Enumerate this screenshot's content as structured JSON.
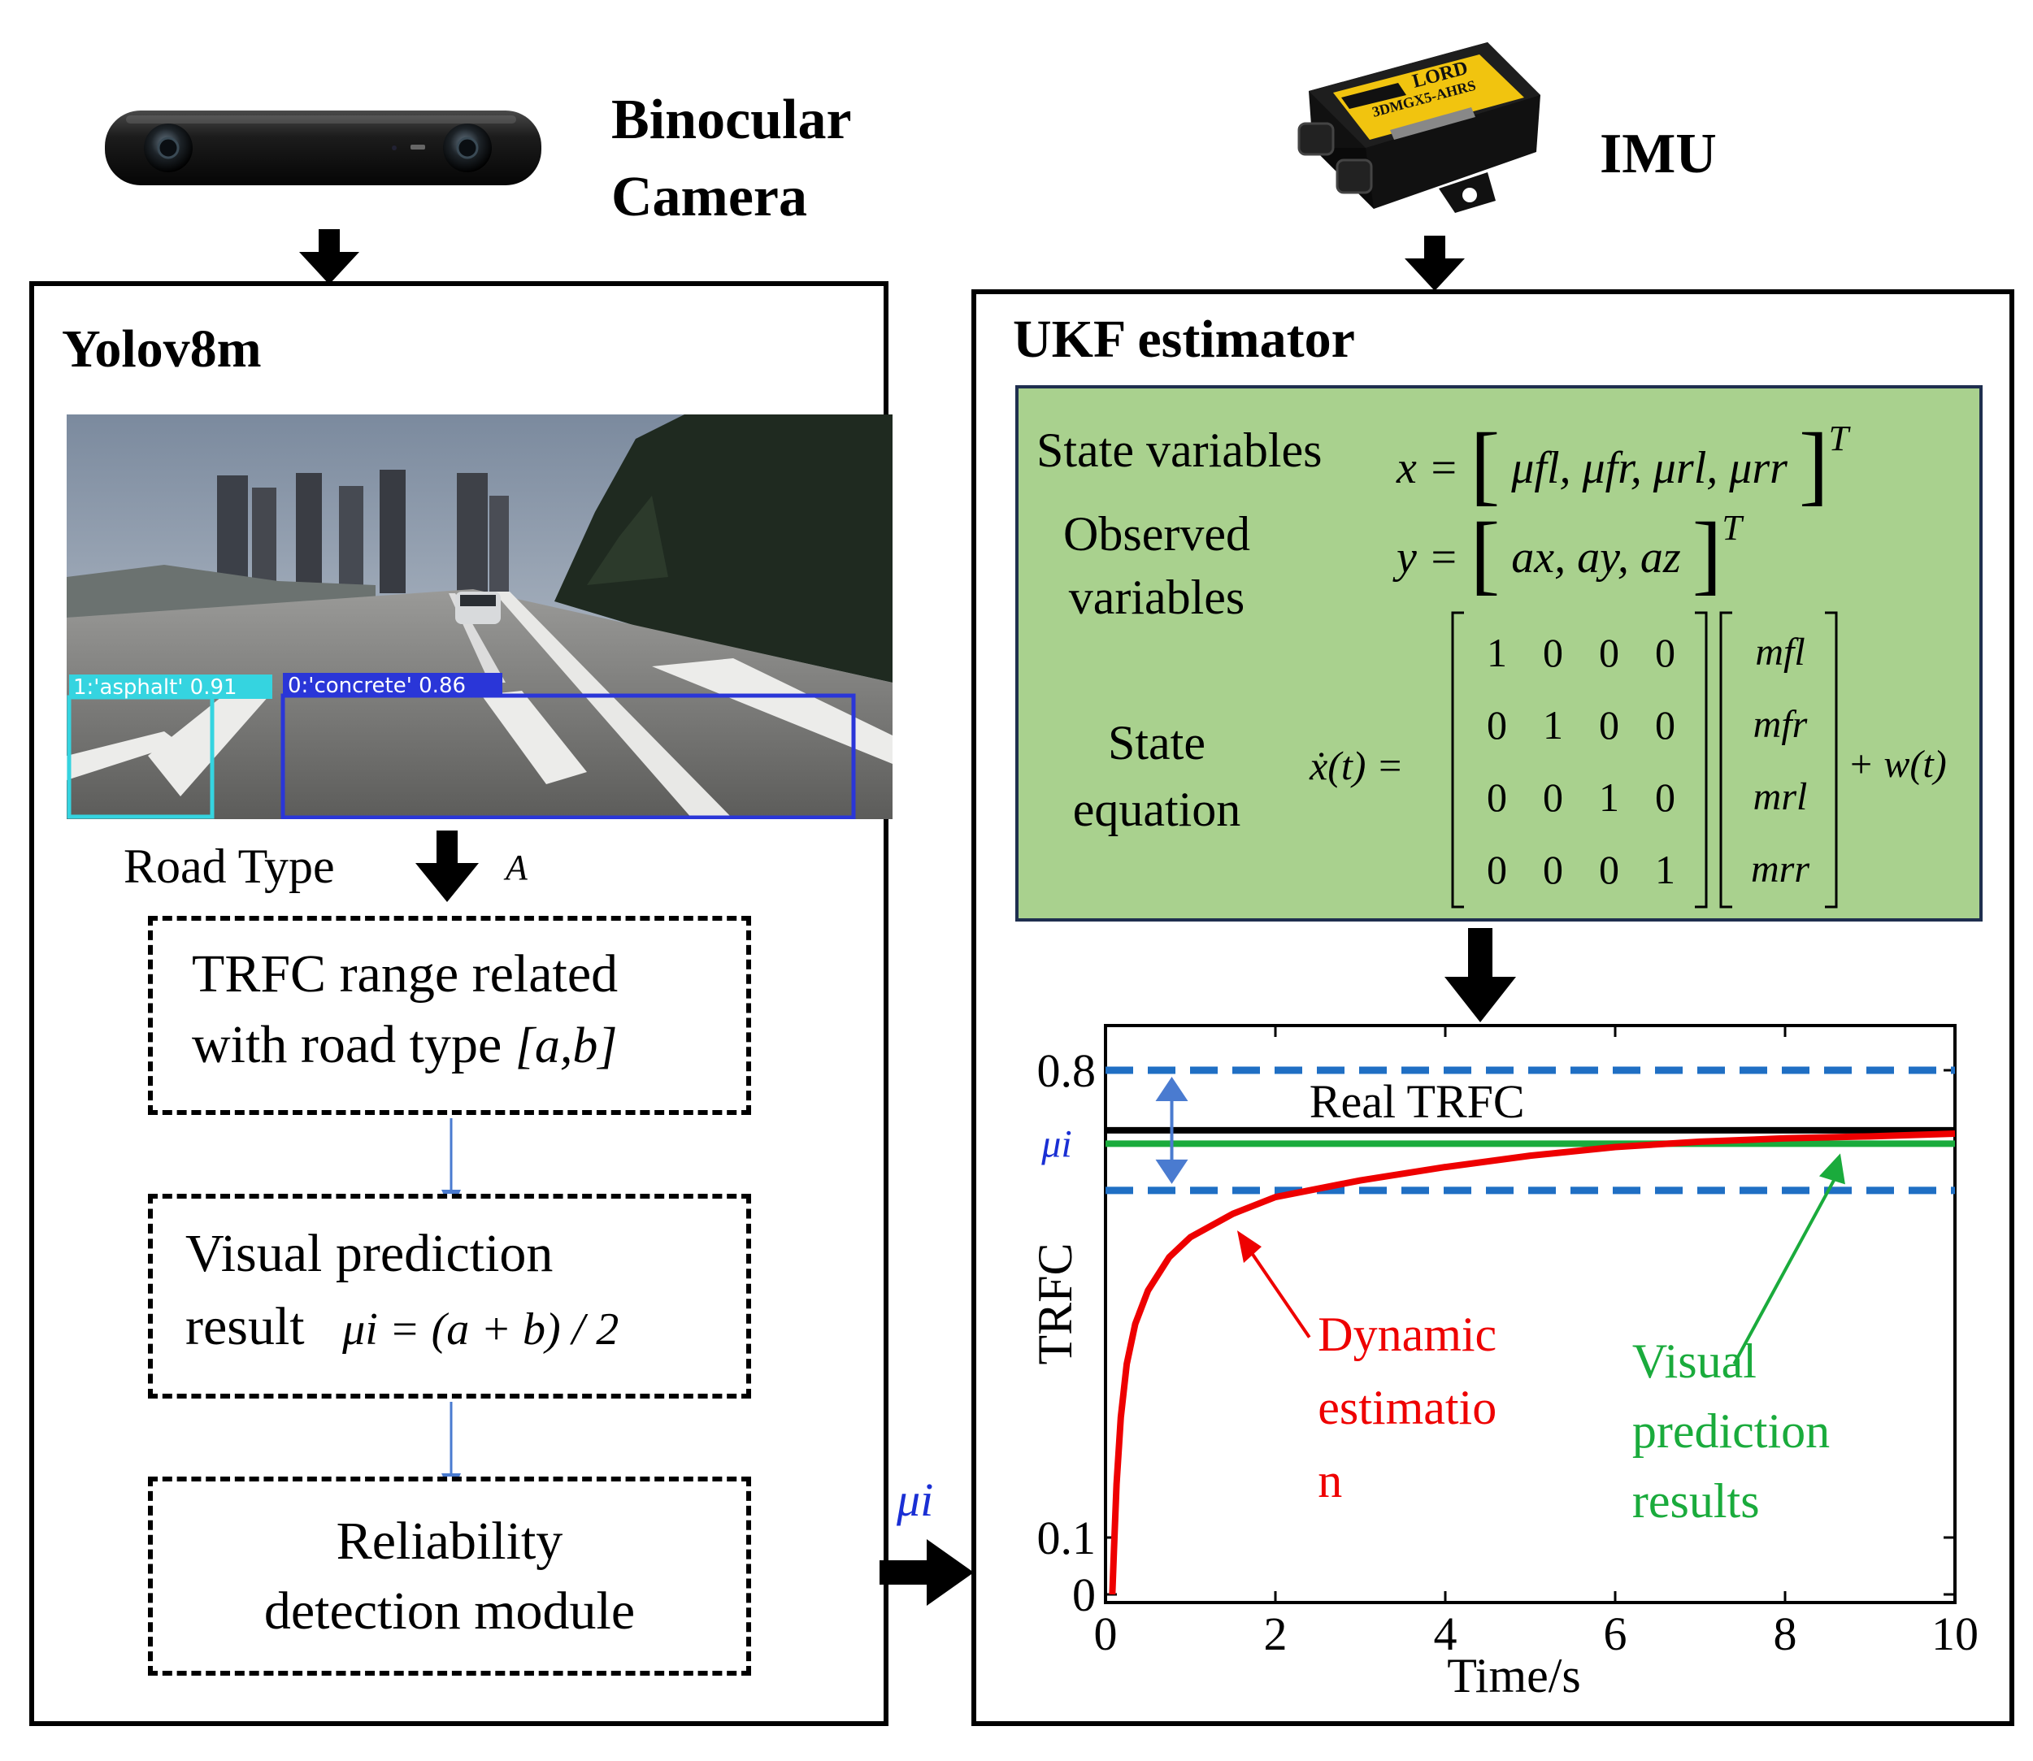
{
  "camera": {
    "label_line1": "Binocular",
    "label_line2": "Camera"
  },
  "imu": {
    "label": "IMU",
    "logo_text": "LORD",
    "model_text": "3DMGX5-AHRS"
  },
  "left_panel": {
    "title": "Yolov8m",
    "detections": [
      {
        "label": "1:'asphalt' 0.91",
        "color": "#35d4e0"
      },
      {
        "label": "0:'concrete' 0.86",
        "color": "#2a36d8"
      }
    ],
    "road_type_label": "Road Type",
    "road_type_symbol": "A",
    "box1": {
      "line1": "TRFC range related",
      "line2": "with road type",
      "range": "[a,b]"
    },
    "box2": {
      "line1": "Visual prediction",
      "line2": "result",
      "formula": "μi = (a + b) / 2"
    },
    "box3": {
      "line1": "Reliability",
      "line2": "detection module"
    }
  },
  "mu_arrow_label": "μi",
  "right_panel": {
    "title": "UKF estimator",
    "state_variables": {
      "label": "State variables",
      "lhs": "x =",
      "items": [
        "μfl",
        "μfr",
        "μrl",
        "μrr"
      ],
      "sup": "T"
    },
    "observed_variables": {
      "label_line1": "Observed",
      "label_line2": "variables",
      "lhs": "y =",
      "items": [
        "ax",
        "ay",
        "az"
      ],
      "sup": "T"
    },
    "state_equation": {
      "label_line1": "State",
      "label_line2": "equation",
      "lhs": "ẋ(t) =",
      "matrix": [
        [
          "1",
          "0",
          "0",
          "0"
        ],
        [
          "0",
          "1",
          "0",
          "0"
        ],
        [
          "0",
          "0",
          "1",
          "0"
        ],
        [
          "0",
          "0",
          "0",
          "1"
        ]
      ],
      "vector": [
        "mfl",
        "mfr",
        "mrl",
        "mrr"
      ],
      "tail": "+ w(t)"
    }
  },
  "chart_data": {
    "type": "line",
    "xlabel": "Time/s",
    "ylabel": "TRFC",
    "xlim": [
      0,
      10
    ],
    "xticks": [
      "0",
      "2",
      "4",
      "6",
      "8",
      "10"
    ],
    "yticks": [
      {
        "label": "0",
        "value": 0
      },
      {
        "label": "0.1",
        "value": 0.1
      },
      {
        "label": "0.8",
        "value": 0.8
      }
    ],
    "mu_label": "μi",
    "series": [
      {
        "name": "Real TRFC",
        "color": "#000000",
        "style": "solid",
        "y": 0.71
      },
      {
        "name": "Visual prediction results",
        "color": "#1aab3c",
        "style": "solid",
        "y": 0.69
      },
      {
        "name": "upper bound",
        "color": "#1f6fc4",
        "style": "dashed",
        "y": 0.8
      },
      {
        "name": "lower bound",
        "color": "#1f6fc4",
        "style": "dashed",
        "y": 0.62
      },
      {
        "name": "Dynamic estimation",
        "color": "#ee0000",
        "style": "solid",
        "x": [
          0.08,
          0.1,
          0.13,
          0.18,
          0.25,
          0.35,
          0.5,
          0.75,
          1.0,
          1.5,
          2.0,
          3.0,
          4.0,
          5.0,
          6.0,
          7.0,
          8.0,
          9.0,
          10.0
        ],
        "values": [
          0.0,
          0.08,
          0.18,
          0.28,
          0.36,
          0.42,
          0.47,
          0.52,
          0.55,
          0.585,
          0.61,
          0.635,
          0.655,
          0.672,
          0.685,
          0.693,
          0.698,
          0.701,
          0.705
        ]
      }
    ],
    "annotations": {
      "dynamic_line1": "Dynamic",
      "dynamic_line2": "estimatio",
      "dynamic_line3": "n",
      "visual_line1": "Visual",
      "visual_line2": "prediction",
      "visual_line3": "results"
    }
  }
}
